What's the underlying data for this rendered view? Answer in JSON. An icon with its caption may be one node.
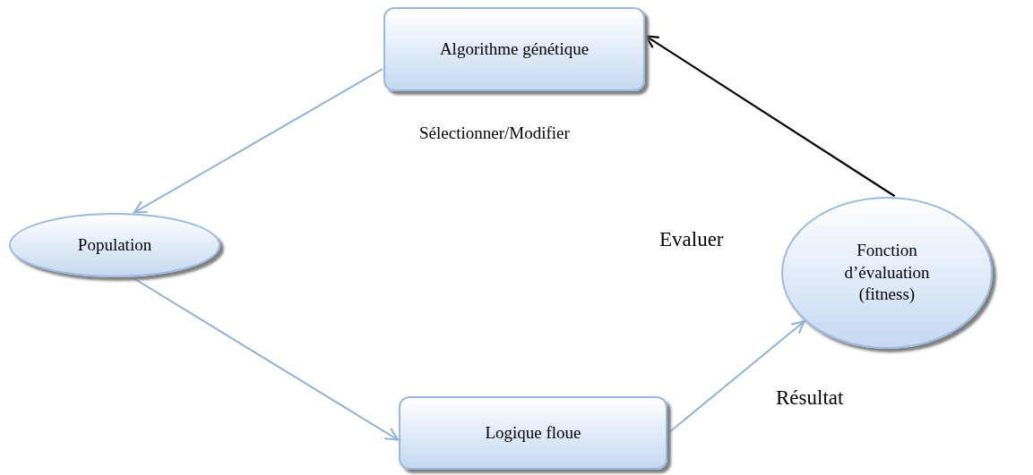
{
  "diagram": {
    "nodes": [
      {
        "text": [
          "Algorithme génétique"
        ]
      },
      {
        "text": [
          "Population"
        ]
      },
      {
        "text": [
          "Logique floue"
        ]
      },
      {
        "text": [
          "Fonction d’évaluation (fitness)"
        ]
      }
    ],
    "edges": [
      {
        "from": 0,
        "to": 1,
        "arrow": "to"
      },
      {
        "from": 1,
        "to": 2,
        "arrow": "to"
      },
      {
        "from": 2,
        "to": 3,
        "arrow": "to"
      },
      {
        "from": 3,
        "to": 0,
        "arrow": "to",
        "color": "#000000"
      }
    ],
    "labels": [
      "Sélectionner/Modifier",
      "Evaluer",
      "Résultat"
    ]
  }
}
